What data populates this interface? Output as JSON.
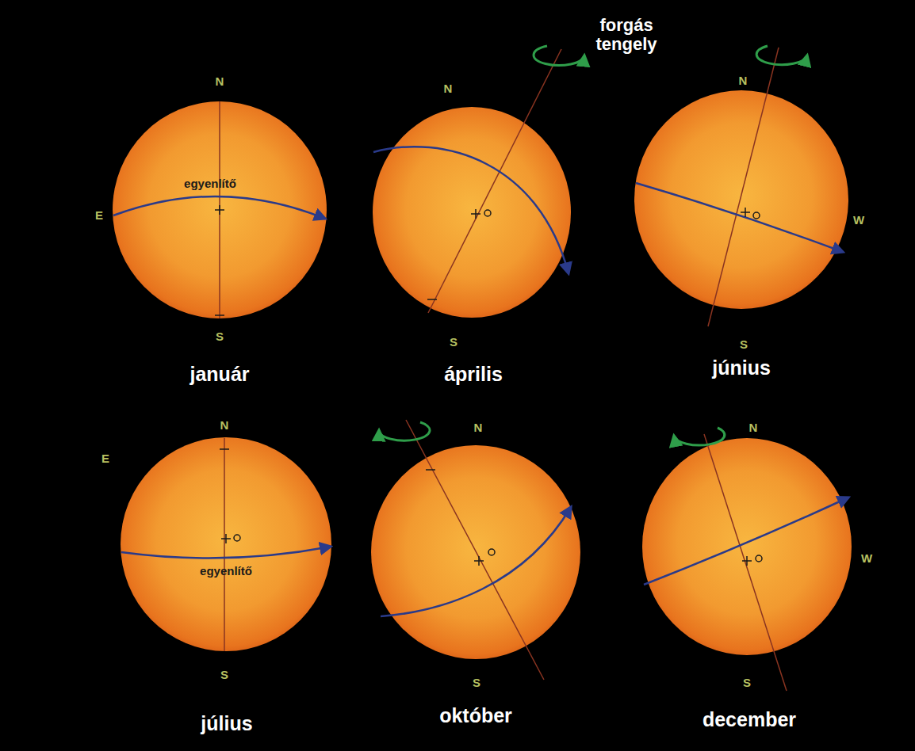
{
  "diagram": {
    "nodes": [
      {
        "text": [
          "egyenlítő",
          "január"
        ]
      },
      {
        "text": [
          "április"
        ]
      },
      {
        "text": [
          "június"
        ]
      },
      {
        "text": [
          "egyenlítő",
          "július"
        ]
      },
      {
        "text": [
          "október"
        ]
      },
      {
        "text": [
          "december"
        ]
      }
    ],
    "labels": [
      "N",
      "E",
      "S",
      "N",
      "S",
      "forgás tengely",
      "N",
      "W",
      "S",
      "N",
      "E",
      "S",
      "N",
      "S",
      "N",
      "W",
      "S"
    ]
  }
}
